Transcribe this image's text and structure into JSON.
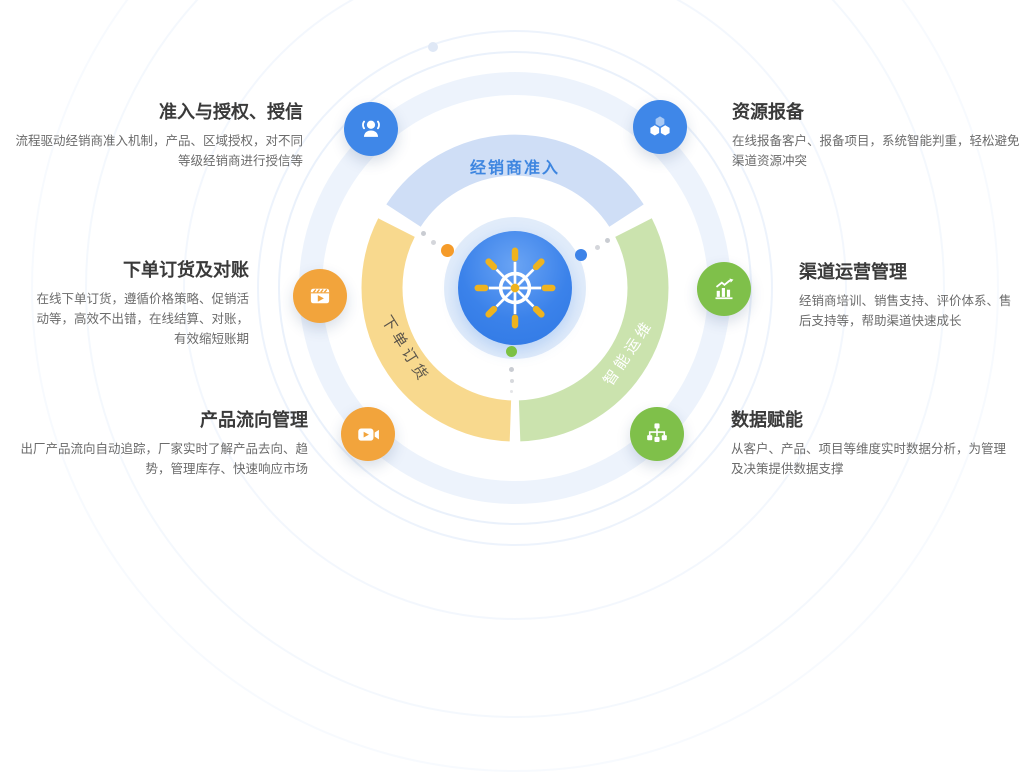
{
  "page": {
    "background": "#ffffff"
  },
  "ring": {
    "center_icon": "ship-wheel-icon",
    "top": {
      "label": "经销商准入",
      "band_color": "#cfdef6",
      "label_color": "#3e86e0"
    },
    "left": {
      "label": "下单订货",
      "band_color": "#f8d98e",
      "label_color": "#5a544a"
    },
    "right": {
      "label": "智能运维",
      "band_color": "#cbe3ae",
      "label_color": "#ffffff"
    },
    "hub": {
      "circle_color": "#3b82ea",
      "wheel_color": "#ffffff",
      "paddle_color": "#eeb320"
    },
    "orbit_dots": {
      "orange": "#f59b29",
      "blue": "#3d83e8",
      "green": "#7cc143"
    }
  },
  "sections": {
    "top_left": {
      "title": "准入与授权、授信",
      "desc": "流程驱动经销商准入机制，产品、区域授权，对不同等级经销商进行授信等",
      "icon": "people-icon",
      "icon_color": "#3f87e8"
    },
    "mid_left": {
      "title": "下单订货及对账",
      "desc": "在线下单订货，遵循价格策略、促销活动等，高效不出错，在线结算、对账，有效缩短账期",
      "icon": "clapperboard-play-icon",
      "icon_color": "#f2a43c"
    },
    "bottom_left": {
      "title": "产品流向管理",
      "desc": "出厂产品流向自动追踪，厂家实时了解产品去向、趋势，管理库存、快速响应市场",
      "icon": "video-camera-icon",
      "icon_color": "#f2a43c"
    },
    "top_right": {
      "title": "资源报备",
      "desc": "在线报备客户、报备项目，系统智能判重，轻松避免渠道资源冲突",
      "icon": "hexagon-cluster-icon",
      "icon_color": "#3f87e8"
    },
    "mid_right": {
      "title": "渠道运营管理",
      "desc": "经销商培训、销售支持、评价体系、售后支持等，帮助渠道快速成长",
      "icon": "growth-chart-icon",
      "icon_color": "#7fc04a"
    },
    "bottom_right": {
      "title": "数据赋能",
      "desc": "从客户、产品、项目等维度实时数据分析，为管理及决策提供数据支撑",
      "icon": "sitemap-icon",
      "icon_color": "#7fc04a"
    }
  }
}
